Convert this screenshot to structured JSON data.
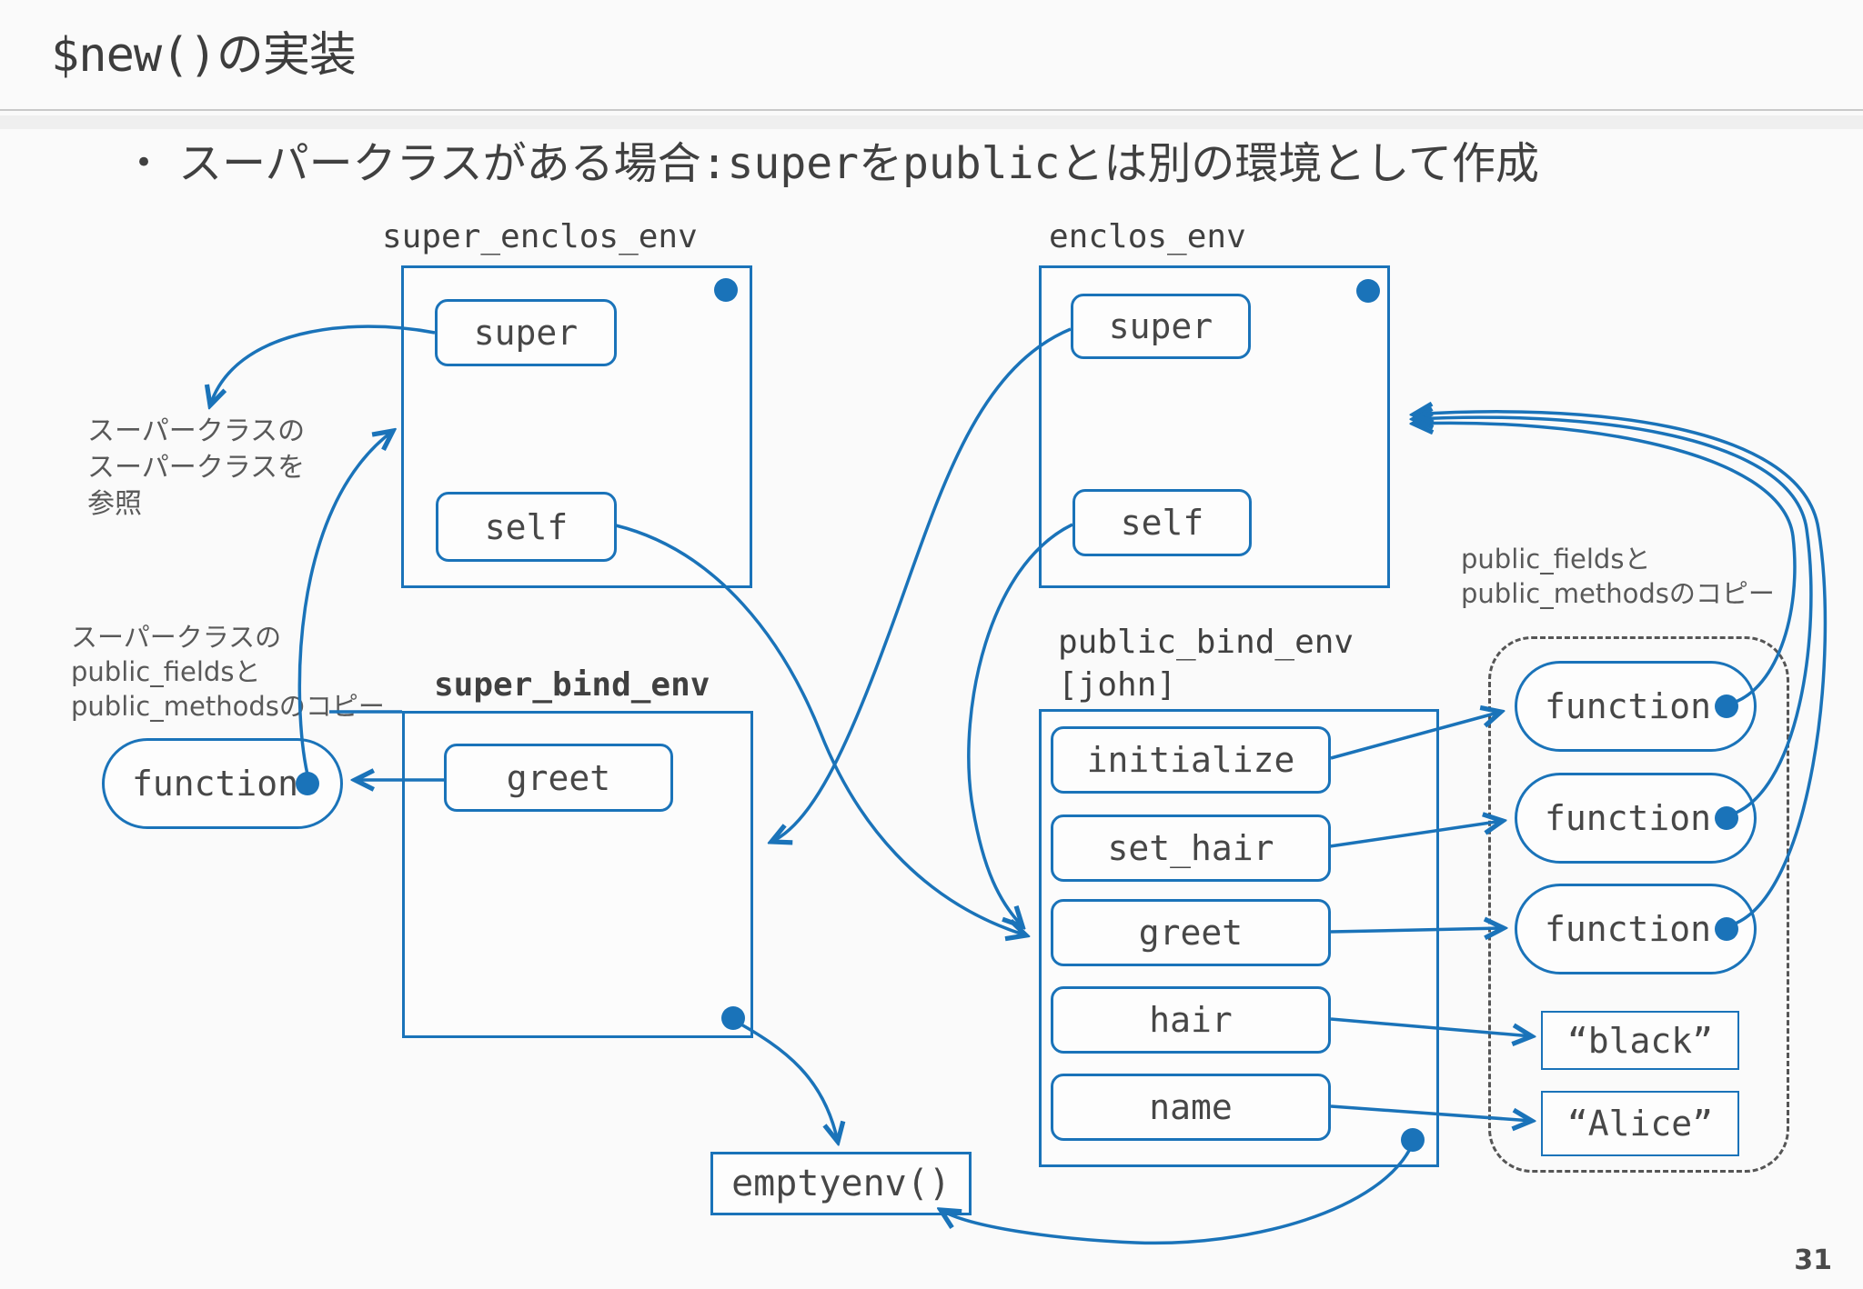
{
  "slide": {
    "title": "$new()の実装",
    "bullet_marker": "•",
    "bullet": "スーパークラスがある場合:superをpublicとは別の環境として作成",
    "page_number": "31"
  },
  "diagram": {
    "accent_color": "#1a73b9",
    "envs": {
      "super_enclos_env": {
        "label": "super_enclos_env",
        "vars": [
          "super",
          "self"
        ]
      },
      "enclos_env": {
        "label": "enclos_env",
        "vars": [
          "super",
          "self"
        ]
      },
      "super_bind_env": {
        "label": "super_bind_env",
        "vars": [
          "greet"
        ]
      },
      "public_bind_env": {
        "label": "public_bind_env",
        "sublabel": "[john]",
        "vars": [
          "initialize",
          "set_hair",
          "greet",
          "hair",
          "name"
        ]
      }
    },
    "values": {
      "function_left": "function",
      "functions_right": [
        "function",
        "function",
        "function"
      ],
      "black": "“black”",
      "alice": "“Alice”",
      "emptyenv": "emptyenv()"
    },
    "annotations": {
      "super_ref": "スーパークラスの\nスーパークラスを\n参照",
      "super_copy": "スーパークラスの\npublic_fieldsと\npublic_methodsのコピー",
      "public_copy": "public_fieldsと\npublic_methodsのコピー"
    }
  }
}
